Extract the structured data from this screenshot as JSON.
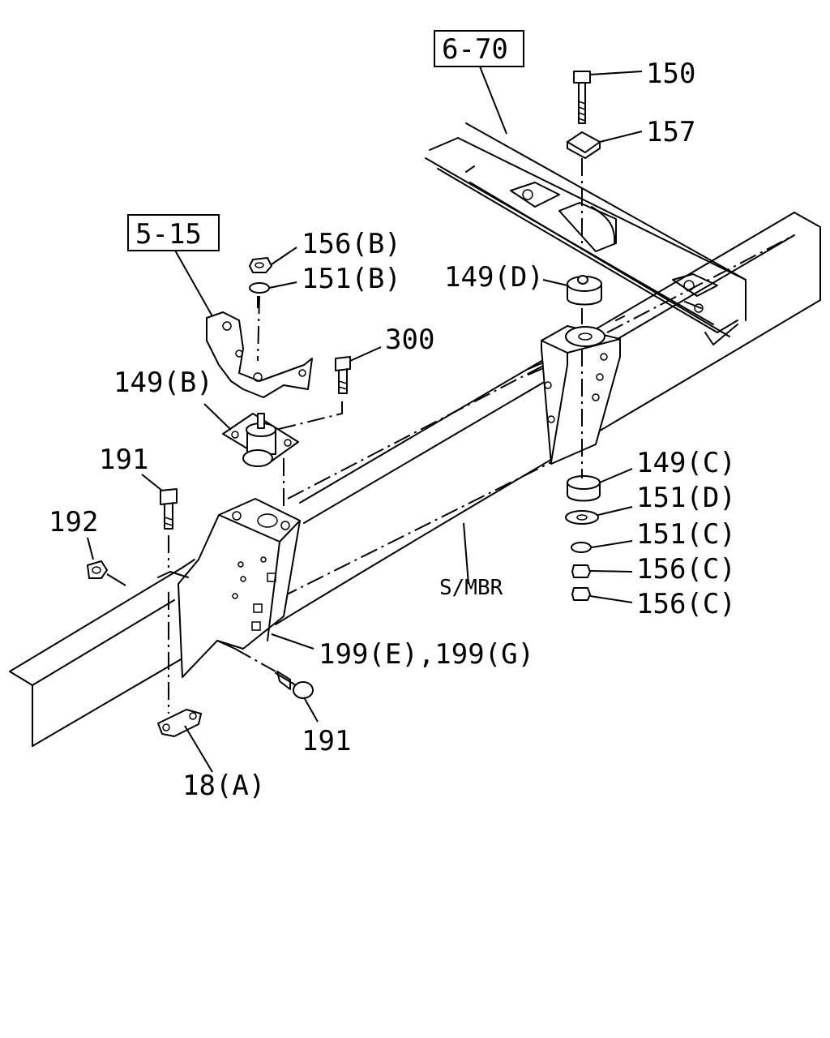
{
  "callouts": {
    "ref_6_70": "6-70",
    "ref_5_15": "5-15",
    "p150": "150",
    "p157": "157",
    "p156b": "156(B)",
    "p151b": "151(B)",
    "p149d": "149(D)",
    "p300": "300",
    "p149b": "149(B)",
    "p191_top": "191",
    "p192": "192",
    "p149c": "149(C)",
    "p151d": "151(D)",
    "p151c": "151(C)",
    "p156c_1": "156(C)",
    "p156c_2": "156(C)",
    "smbr": "S/MBR",
    "p199": "199(E),199(G)",
    "p191_bottom": "191",
    "p18a": "18(A)"
  }
}
